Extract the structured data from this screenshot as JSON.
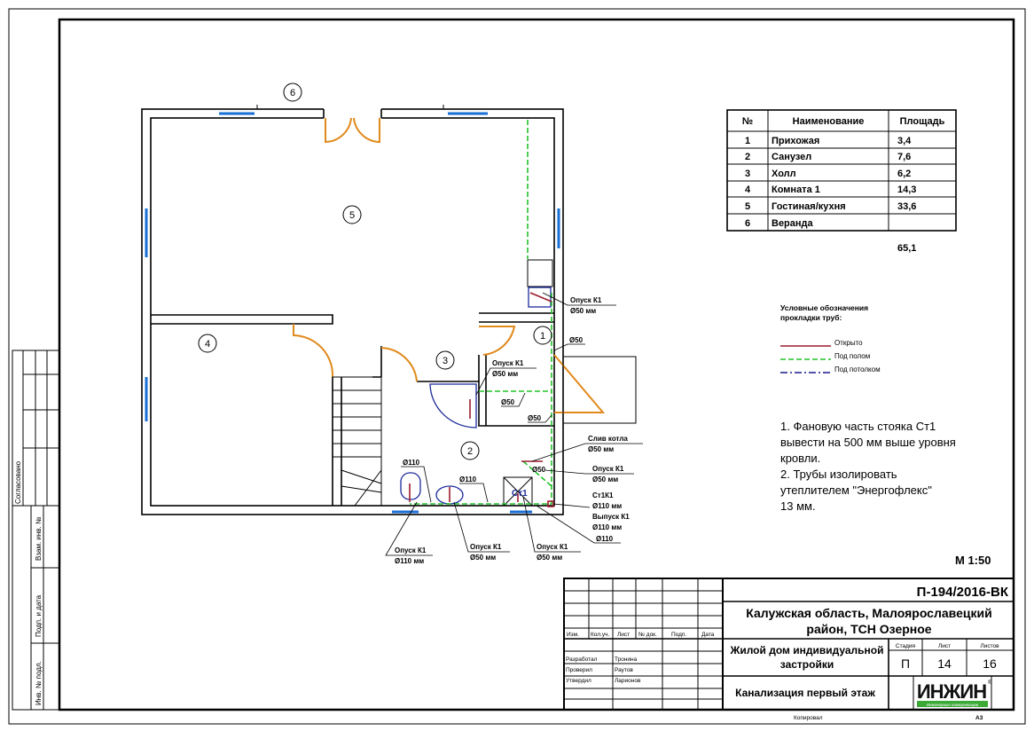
{
  "colors": {
    "open_pipe": "#9c1b2c",
    "under_floor": "#22c22a",
    "under_ceiling": "#1a1a8c",
    "window": "#1a6fd6",
    "door": "#e08a1c",
    "logo_green": "#3aa935"
  },
  "side_stamp": {
    "agreed": "Согласовано",
    "replace_inv": "Взам. инв. №",
    "sign_date": "Подп. и дата",
    "inv_orig": "Инв. № подл."
  },
  "rooms": [
    "1",
    "2",
    "3",
    "4",
    "5",
    "6"
  ],
  "pipe_labels": {
    "kitchen_drop": [
      "Опуск К1",
      "Ø50 мм"
    ],
    "d50_a": "Ø50",
    "shower_drop": [
      "Опуск К1",
      "Ø50 мм"
    ],
    "d50_b": "Ø50",
    "d50_c": "Ø50",
    "boiler_drain": [
      "Слив котла",
      "Ø50 мм"
    ],
    "d50_d": "Ø50",
    "bath_drop": [
      "Опуск К1",
      "Ø50 мм"
    ],
    "riser": [
      "Ст1К1",
      "Ø110 мм",
      "Выпуск К1",
      "Ø110 мм"
    ],
    "d110_out": "Ø110",
    "d110_wc": "Ø110",
    "d110_line": "Ø110",
    "wc_drop": [
      "Опуск К1",
      "Ø110 мм"
    ],
    "sink_drop": [
      "Опуск К1",
      "Ø50 мм"
    ],
    "floor_drop": [
      "Опуск К1",
      "Ø50 мм"
    ],
    "riser_mark": "Ст1"
  },
  "room_table": {
    "headers": [
      "№",
      "Наименование",
      "Площадь"
    ],
    "rows": [
      [
        "1",
        "Прихожая",
        "3,4"
      ],
      [
        "2",
        "Санузел",
        "7,6"
      ],
      [
        "3",
        "Холл",
        "6,2"
      ],
      [
        "4",
        "Комната 1",
        "14,3"
      ],
      [
        "5",
        "Гостиная/кухня",
        "33,6"
      ],
      [
        "6",
        "Веранда",
        ""
      ]
    ],
    "total": "65,1"
  },
  "legend": {
    "title": [
      "Условные обозначения",
      "прокладки труб:"
    ],
    "items": [
      "Открыто",
      "Под полом",
      "Под потолком"
    ]
  },
  "notes": [
    "1. Фановую часть стояка Ст1",
    "вывести на 500 мм выше уровня",
    "кровли.",
    "2. Трубы изолировать",
    "утеплителем \"Энергофлекс\"",
    "13 мм."
  ],
  "scale": "М 1:50",
  "title_block": {
    "code": "П-194/2016-ВК",
    "address": [
      "Калужская область, Малоярославецкий",
      "район, ТСН Озерное"
    ],
    "project": [
      "Жилой дом индивидуальной",
      "застройки"
    ],
    "stage_label": "Стадия",
    "sheet_label": "Лист",
    "sheets_label": "Листов",
    "stage": "П",
    "sheet": "14",
    "sheets": "16",
    "drawing_title": "Канализация первый этаж",
    "logo": "ИНЖИН",
    "logo_sub": "Инженерные коммуникации",
    "col_headers": [
      "Изм.",
      "Кол.уч.",
      "Лист",
      "№ док.",
      "Подп.",
      "Дата"
    ],
    "signers": [
      [
        "Разработал",
        "Тронина"
      ],
      [
        "Проверил",
        "Раутов"
      ],
      [
        "Утвердил",
        "Ларионов"
      ]
    ],
    "copied": "Копировал",
    "format": "А3"
  }
}
